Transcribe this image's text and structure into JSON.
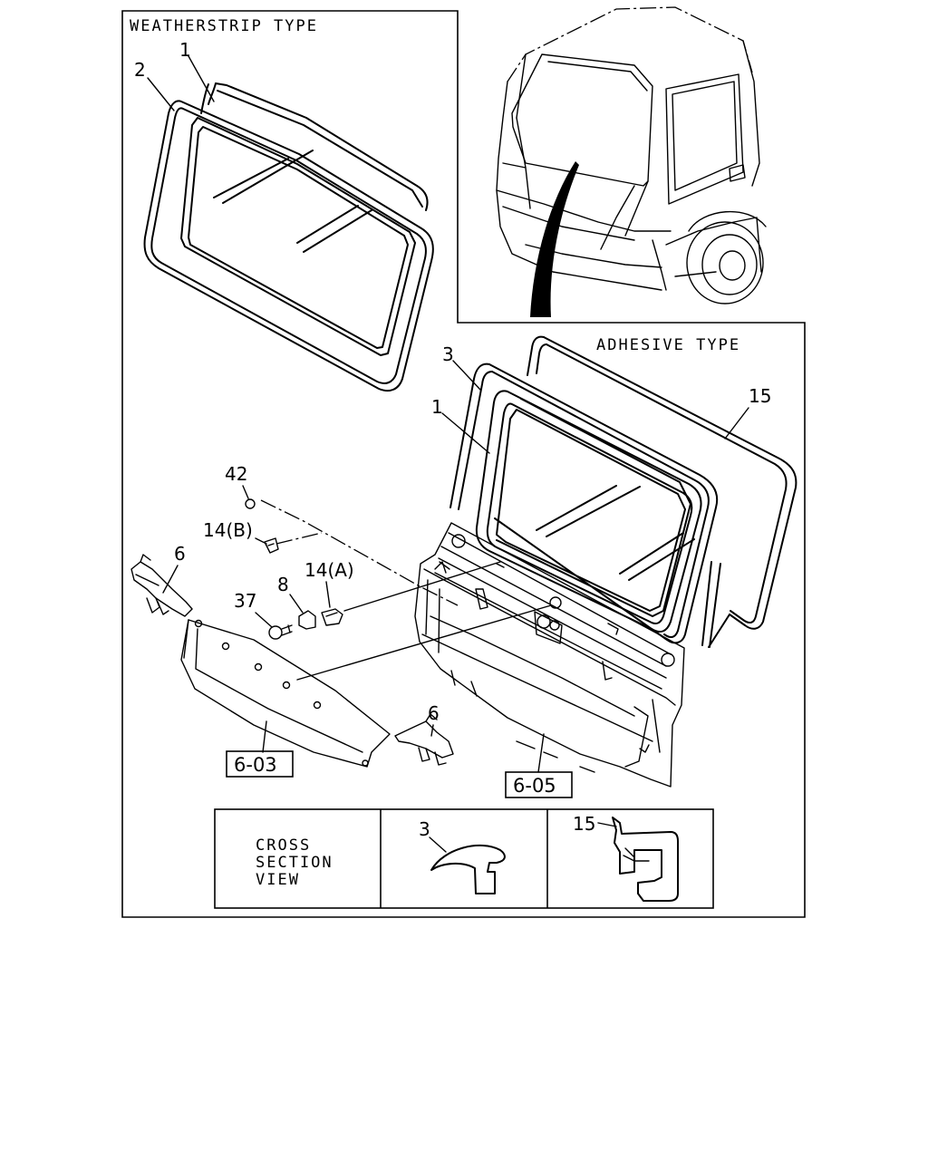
{
  "sections": {
    "weatherstrip_title": "WEATHERSTRIP TYPE",
    "adhesive_title": "ADHESIVE TYPE"
  },
  "callouts": {
    "c1_top": "1",
    "c2": "2",
    "c3": "3",
    "c1_adh": "1",
    "c15": "15",
    "c42": "42",
    "c14b": "14(B)",
    "c6_left": "6",
    "c8": "8",
    "c14a": "14(A)",
    "c37": "37",
    "c6_bottom": "6"
  },
  "refs": {
    "ref_603": "6-03",
    "ref_605": "6-05"
  },
  "cross_section": {
    "line1": "CROSS",
    "line2": "SECTION",
    "line3": "VIEW",
    "c3": "3",
    "c15": "15"
  }
}
